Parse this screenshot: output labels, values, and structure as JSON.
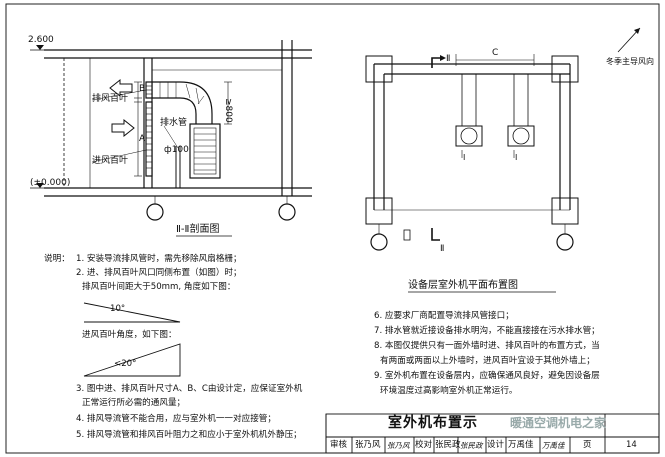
{
  "section_view": {
    "elevation_top": "2.600",
    "elevation_bottom": "(±0.000)",
    "label_exhaust_louver": "排风百叶",
    "label_intake_louver": "进风百叶",
    "label_drain_pipe": "排水管",
    "label_pipe_dia": "ф100",
    "dim_b": "B",
    "dim_a": "A",
    "dim_height": "≥800",
    "caption": "Ⅱ-Ⅱ剖面图"
  },
  "plan_view": {
    "section_mark_top": "Ⅱ",
    "section_mark_bottom": "Ⅱ",
    "dim_c": "C",
    "wind_label": "冬季主导风向",
    "caption": "设备层室外机平面布置图",
    "grid_marks": [
      "I",
      "I"
    ]
  },
  "notes_left": {
    "heading": "说明：",
    "lines": [
      "1. 安装导流排风管时，需先移除风扇格栅；",
      "2. 进、排风百叶风口同侧布置（如图）时；",
      "排风百叶间距大于50mm, 角度如下图：",
      "10°",
      "进风百叶角度，如下图：",
      "<20°",
      "3. 图中进、排风百叶尺寸A、B、C由设计定，应保证室外机",
      "正常运行所必需的通风量；",
      "4. 排风导流管不能合用，应与室外机一一对应接管；",
      "5. 排风导流管和排风百叶阻力之和应小于室外机机外静压；"
    ]
  },
  "notes_right": {
    "lines": [
      "6. 应要求厂商配置导流排风管接口；",
      "7. 排水管就近接设备排水明沟，不能直接接在污水排水管；",
      "8. 本图仅提供只有一面外墙时进、排风百叶的布置方式，当",
      "有两面或两面以上外墙时，进风百叶宜设于其他外墙上；",
      "9. 室外机布置在设备层内，应确保通风良好，避免因设备层",
      "环境温度过高影响室外机正常运行。"
    ]
  },
  "title_block": {
    "title": "室外机布置示",
    "watermark": "暖通空调机电之家",
    "row": [
      "审核",
      "张乃风",
      "张乃风",
      "校对",
      "张民政",
      "张民政",
      "设计",
      "万禹佳",
      "万禹佳",
      "页",
      "14"
    ]
  }
}
